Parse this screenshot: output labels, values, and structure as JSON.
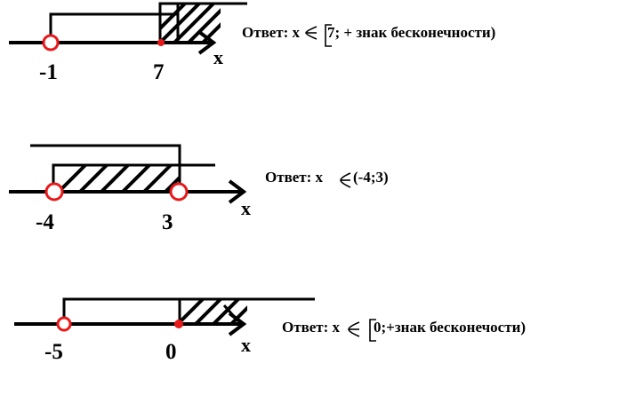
{
  "problems": [
    {
      "ticks": [
        "-1",
        "7"
      ],
      "axis_label": "x",
      "answer_prefix": "Ответ: x",
      "answer_tail": "7; + знак бесконечности)"
    },
    {
      "ticks": [
        "-4",
        "3"
      ],
      "axis_label": "x",
      "answer_prefix": "Ответ: x",
      "answer_tail": "(-4;3)"
    },
    {
      "ticks": [
        "-5",
        "0"
      ],
      "axis_label": "x",
      "answer_prefix": "Ответ: x",
      "answer_tail": "0;+знак бесконечости)"
    }
  ],
  "colors": {
    "ink": "#000000",
    "point": "#e8191b"
  }
}
